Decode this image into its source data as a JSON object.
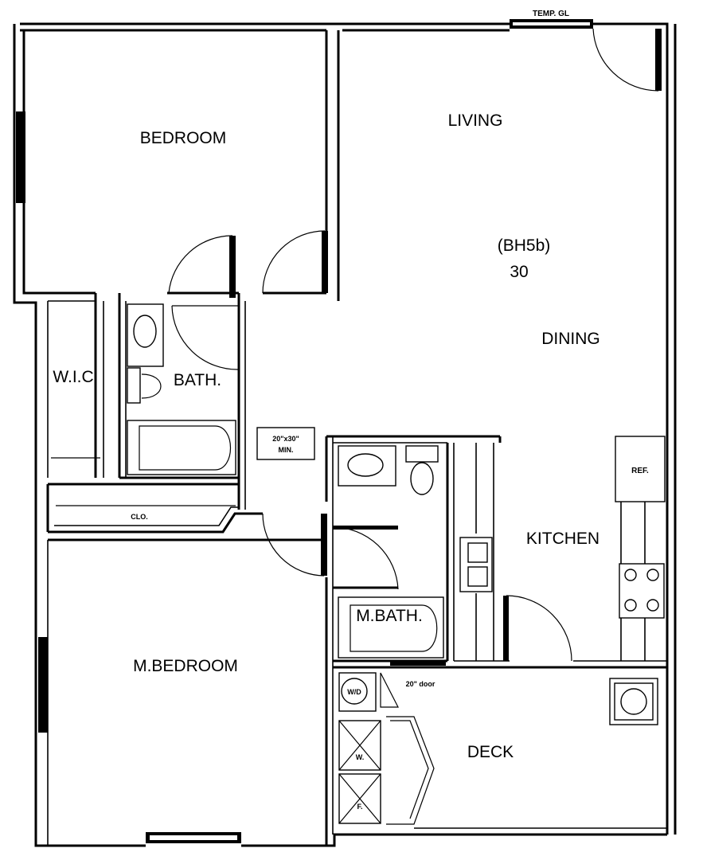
{
  "rooms": {
    "bedroom": "BEDROOM",
    "living": "LIVING",
    "unit_code": "(BH5b)",
    "unit_number": "30",
    "dining": "DINING",
    "wic": "W.I.C",
    "bath": "BATH.",
    "kitchen": "KITCHEN",
    "master_bath": "M.BATH.",
    "master_bedroom": "M.BEDROOM",
    "deck": "DECK"
  },
  "labels": {
    "temp_gl": "TEMP. GL",
    "ref": "REF.",
    "clo": "CLO.",
    "access_line1": "20\"x30\"",
    "access_line2": "MIN.",
    "deck_door": "20\" door",
    "washer_dryer": "W/D",
    "water_heater": "W.",
    "furnace": "F."
  }
}
